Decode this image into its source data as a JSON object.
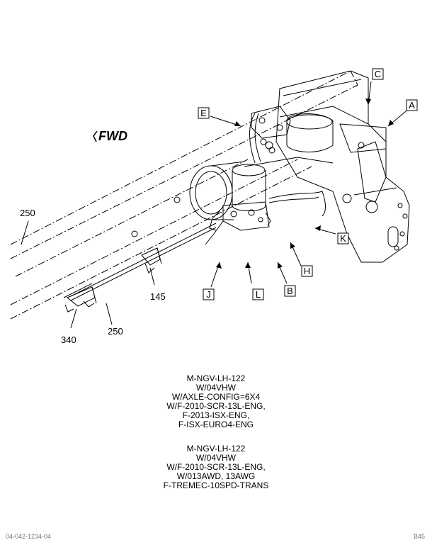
{
  "diagram": {
    "fwd_label": "FWD",
    "letter_callouts": [
      "A",
      "B",
      "C",
      "E",
      "H",
      "J",
      "K",
      "L"
    ],
    "number_callouts": [
      "250",
      "250",
      "145",
      "340"
    ]
  },
  "notes": {
    "block1": [
      "M-NGV-LH-122",
      "W/04VHW",
      "W/AXLE-CONFIG=6X4",
      "W/F-2010-SCR-13L-ENG,",
      "F-2013-ISX-ENG,",
      "F-ISX-EURO4-ENG"
    ],
    "block2": [
      "M-NGV-LH-122",
      "W/04VHW",
      "W/F-2010-SCR-13L-ENG,",
      "W/013AWD, 13AWG",
      "F-TREMEC-10SPD-TRANS"
    ]
  },
  "footer": {
    "left": "04-042-1234-04",
    "right": "B45"
  }
}
